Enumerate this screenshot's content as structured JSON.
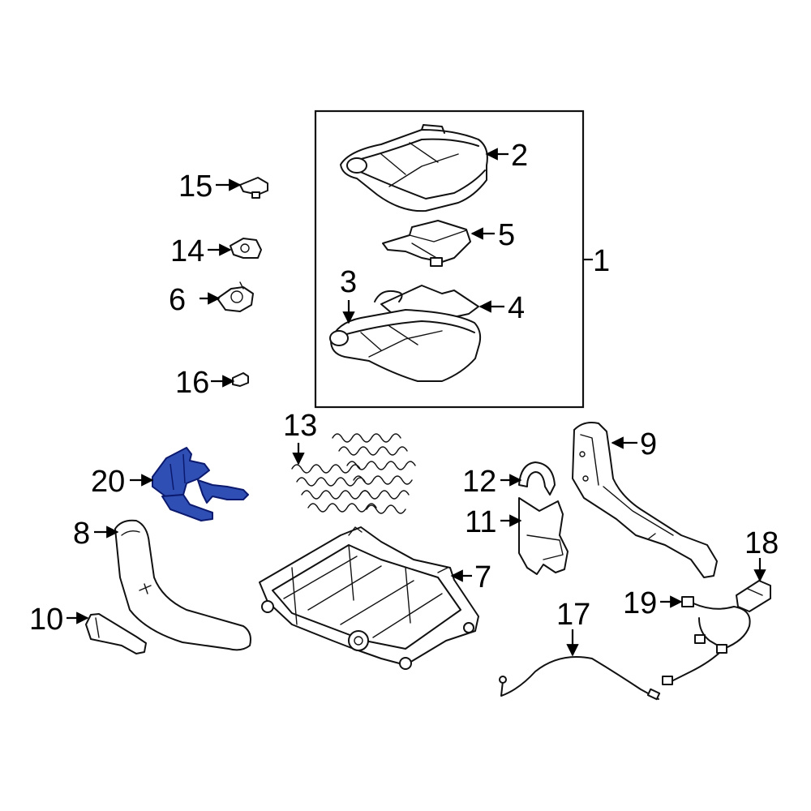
{
  "diagram": {
    "highlight_color": "#2f4fb4",
    "line_color": "#111111",
    "background": "#ffffff",
    "highlighted_part": "20",
    "callouts": {
      "c1": "1",
      "c2": "2",
      "c3": "3",
      "c4": "4",
      "c5": "5",
      "c6": "6",
      "c7": "7",
      "c8": "8",
      "c9": "9",
      "c10": "10",
      "c11": "11",
      "c12": "12",
      "c13": "13",
      "c14": "14",
      "c15": "15",
      "c16": "16",
      "c17": "17",
      "c18": "18",
      "c19": "19",
      "c20": "20"
    }
  }
}
